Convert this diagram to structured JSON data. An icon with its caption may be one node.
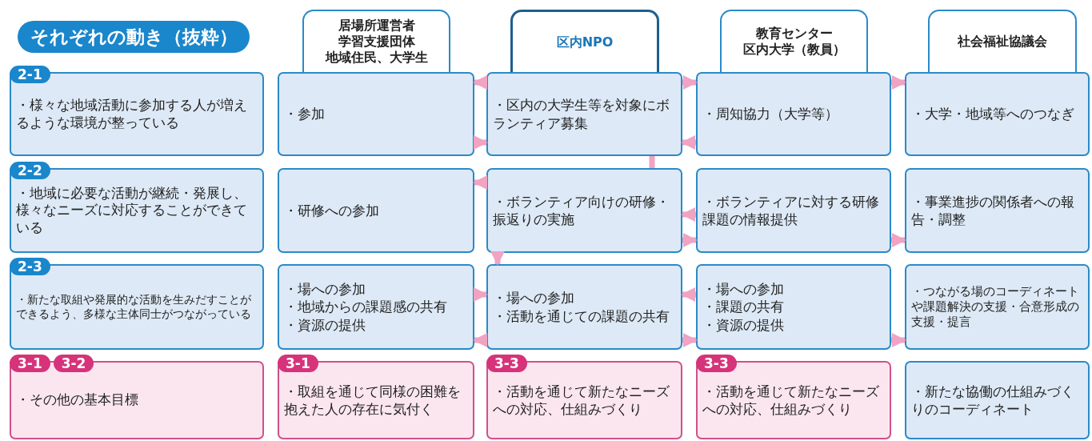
{
  "diagram": {
    "title": "それぞれの動き（抜粋）",
    "nodes": [
      {
        "text": [
          "居場所運営者",
          "学習支援団体",
          "地域住民、大学生"
        ]
      },
      {
        "text": [
          "区内NPO"
        ]
      },
      {
        "text": [
          "教育センター",
          "区内大学（教員）"
        ]
      },
      {
        "text": [
          "社会福祉協議会"
        ]
      },
      {
        "text": [
          "2-1",
          "・様々な地域活動に参加する人が増えるような環境が整っている"
        ]
      },
      {
        "text": [
          "・参加"
        ]
      },
      {
        "text": [
          "・区内の大学生等を対象にボランティア募集"
        ]
      },
      {
        "text": [
          "・周知協力（大学等）"
        ]
      },
      {
        "text": [
          "・大学・地域等へのつなぎ"
        ]
      },
      {
        "text": [
          "2-2",
          "・地域に必要な活動が継続・発展し、様々なニーズに対応することができている"
        ]
      },
      {
        "text": [
          "・研修への参加"
        ]
      },
      {
        "text": [
          "・ボランティア向けの研修・振返りの実施"
        ]
      },
      {
        "text": [
          "・ボランティアに対する研修課題の情報提供"
        ]
      },
      {
        "text": [
          "・事業進捗の関係者への報告・調整"
        ]
      },
      {
        "text": [
          "2-3",
          "・新たな取組や発展的な活動を生みだすことができるよう、多様な主体同士がつながっている"
        ]
      },
      {
        "text": [
          "・場への参加",
          "・地域からの課題感の共有",
          "・資源の提供"
        ]
      },
      {
        "text": [
          "・場への参加",
          "・活動を通じての課題の共有"
        ]
      },
      {
        "text": [
          "・場への参加",
          "・課題の共有",
          "・資源の提供"
        ]
      },
      {
        "text": [
          "・つながる場のコーディネートや課題解決の支援・合意形成の支援・提言"
        ]
      },
      {
        "text": [
          "3-1",
          "3-2",
          "・その他の基本目標"
        ]
      },
      {
        "text": [
          "3-1",
          "・取組を通じて同様の困難を抱えた人の存在に気付く"
        ]
      },
      {
        "text": [
          "3-3",
          "・活動を通じて新たなニーズへの対応、仕組みづくり"
        ]
      },
      {
        "text": [
          "3-3",
          "・活動を通じて新たなニーズへの対応、仕組みづくり"
        ]
      },
      {
        "text": [
          "・新たな協働の仕組みづくりのコーディネート"
        ]
      }
    ],
    "edges": [
      {
        "from": 6,
        "to": 5,
        "arrow": "to"
      },
      {
        "from": 6,
        "to": 7,
        "arrow": "to"
      },
      {
        "from": 7,
        "to": 8,
        "arrow": "to"
      },
      {
        "from": 5,
        "to": 6,
        "arrow": "to"
      },
      {
        "from": 7,
        "to": 6,
        "arrow": "to"
      },
      {
        "from": 6,
        "to": 11,
        "arrow": "none"
      },
      {
        "from": 11,
        "to": 10,
        "arrow": "to"
      },
      {
        "from": 12,
        "to": 11,
        "arrow": "to"
      },
      {
        "from": 11,
        "to": 12,
        "arrow": "to"
      },
      {
        "from": 12,
        "to": 13,
        "arrow": "to"
      },
      {
        "from": 11,
        "to": 16,
        "arrow": "to"
      },
      {
        "from": 15,
        "to": 16,
        "arrow": "to"
      },
      {
        "from": 17,
        "to": 16,
        "arrow": "to"
      },
      {
        "from": 16,
        "to": 15,
        "arrow": "to"
      },
      {
        "from": 16,
        "to": 17,
        "arrow": "to"
      },
      {
        "from": 17,
        "to": 18,
        "arrow": "to"
      }
    ]
  }
}
